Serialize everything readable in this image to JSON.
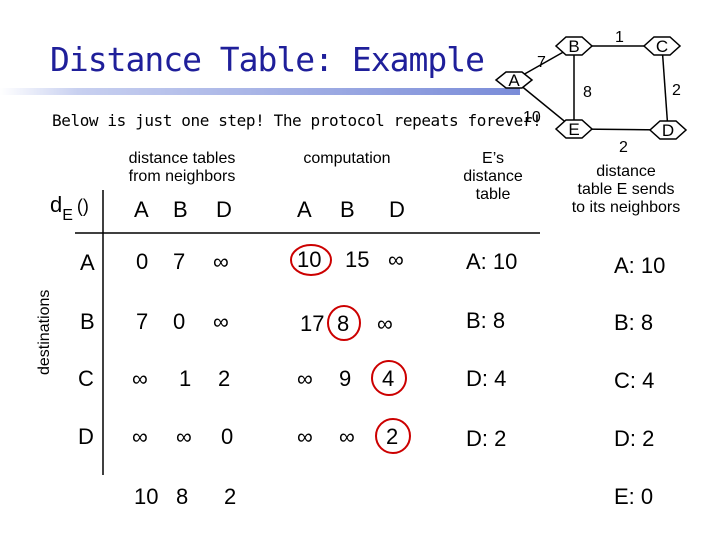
{
  "title": "Distance Table: Example",
  "subtitle": "Below is just one step! The protocol repeats forever!",
  "headers": {
    "neighbors": [
      "distance tables",
      "from neighbors"
    ],
    "computation": "computation",
    "e_table": [
      "E’s",
      "distance",
      "table"
    ],
    "sends": [
      "distance",
      "table E sends",
      "to its neighbors"
    ]
  },
  "row_axis_label": "destinations",
  "dE": {
    "d": "d",
    "sub": "E",
    "paren": "()"
  },
  "neighbor_cols": [
    "A",
    "B",
    "D"
  ],
  "comp_cols": [
    "A",
    "B",
    "D"
  ],
  "row_labels": [
    "A",
    "B",
    "C",
    "D"
  ],
  "neighbor_values": [
    [
      "0",
      "7",
      "∞"
    ],
    [
      "7",
      "0",
      "∞"
    ],
    [
      "∞",
      "1",
      "2"
    ],
    [
      "∞",
      "∞",
      "0"
    ]
  ],
  "comp_values": [
    [
      "10",
      "15",
      "∞"
    ],
    [
      "17",
      "8",
      "∞"
    ],
    [
      "∞",
      "9",
      "4"
    ],
    [
      "∞",
      "∞",
      "2"
    ]
  ],
  "e_table": [
    "A: 10",
    "B: 8",
    "D: 4",
    "D: 2"
  ],
  "sent": [
    "A: 10",
    "B: 8",
    "C: 4",
    "D: 2",
    "E: 0"
  ],
  "link_costs": [
    "10",
    "8",
    "2"
  ],
  "graph": {
    "nodes": [
      "A",
      "B",
      "C",
      "D",
      "E"
    ],
    "edges": [
      {
        "from": "A",
        "to": "B",
        "cost": "7"
      },
      {
        "from": "B",
        "to": "C",
        "cost": "1"
      },
      {
        "from": "B",
        "to": "E",
        "cost": "8"
      },
      {
        "from": "C",
        "to": "D",
        "cost": "2"
      },
      {
        "from": "A",
        "to": "E",
        "cost": "10"
      },
      {
        "from": "E",
        "to": "D",
        "cost": "2"
      }
    ]
  },
  "colors": {
    "title": "#1f1f9a",
    "bar": "#7a8cd8",
    "highlight": "#cc0000",
    "node_fill": "#ffffff"
  }
}
